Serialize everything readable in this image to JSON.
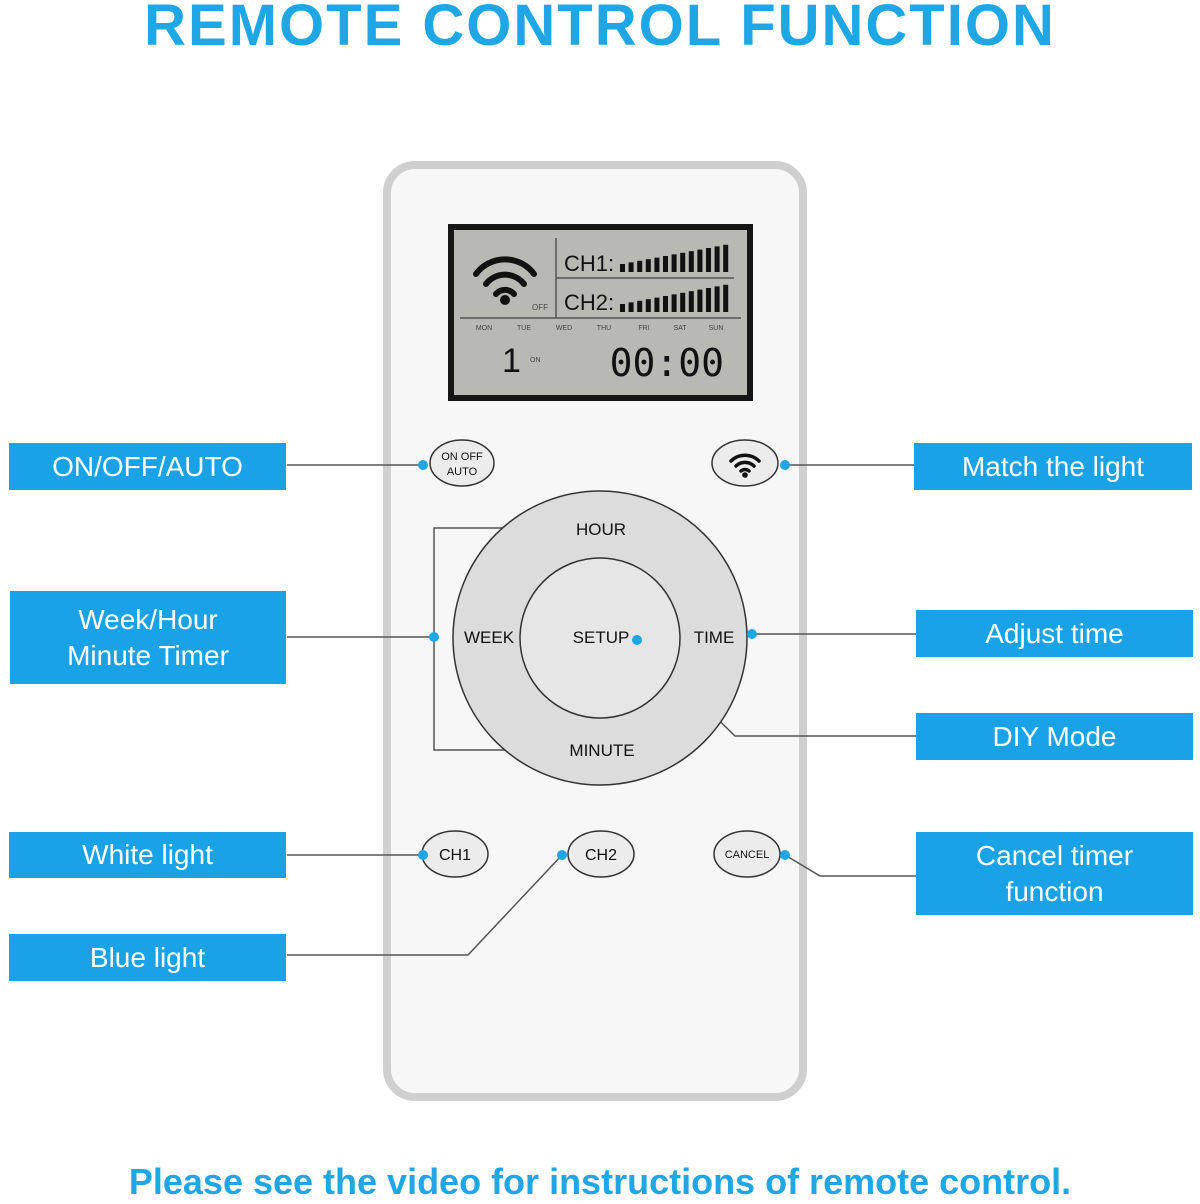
{
  "header": {
    "title": "REMOTE CONTROL FUNCTION"
  },
  "footer": {
    "text": "Please see the video for instructions of remote control."
  },
  "lcd": {
    "ch1_label": "CH1:",
    "ch2_label": "CH2:",
    "off_label": "OFF",
    "days": [
      "MON",
      "TUE",
      "WED",
      "THU",
      "FRI",
      "SAT",
      "SUN"
    ],
    "program_number": "1",
    "on_label": "ON",
    "time": "00:00"
  },
  "buttons": {
    "onoff_line1": "ON OFF",
    "onoff_line2": "AUTO",
    "hour": "HOUR",
    "week": "WEEK",
    "setup": "SETUP",
    "time": "TIME",
    "minute": "MINUTE",
    "ch1": "CH1",
    "ch2": "CH2",
    "cancel": "CANCEL"
  },
  "callouts": {
    "onoff": "ON/OFF/AUTO",
    "match": "Match the light",
    "week_line1": "Week/Hour",
    "week_line2": "Minute Timer",
    "adjust": "Adjust time",
    "diy": "DIY Mode",
    "white": "White light",
    "cancel_line1": "Cancel timer",
    "cancel_line2": "function",
    "blue": "Blue light"
  },
  "colors": {
    "accent": "#1ea7e4",
    "callout_bg": "#19a3e6",
    "lcd_bg": "#b8b9b3",
    "lcd_frame": "#161616"
  }
}
